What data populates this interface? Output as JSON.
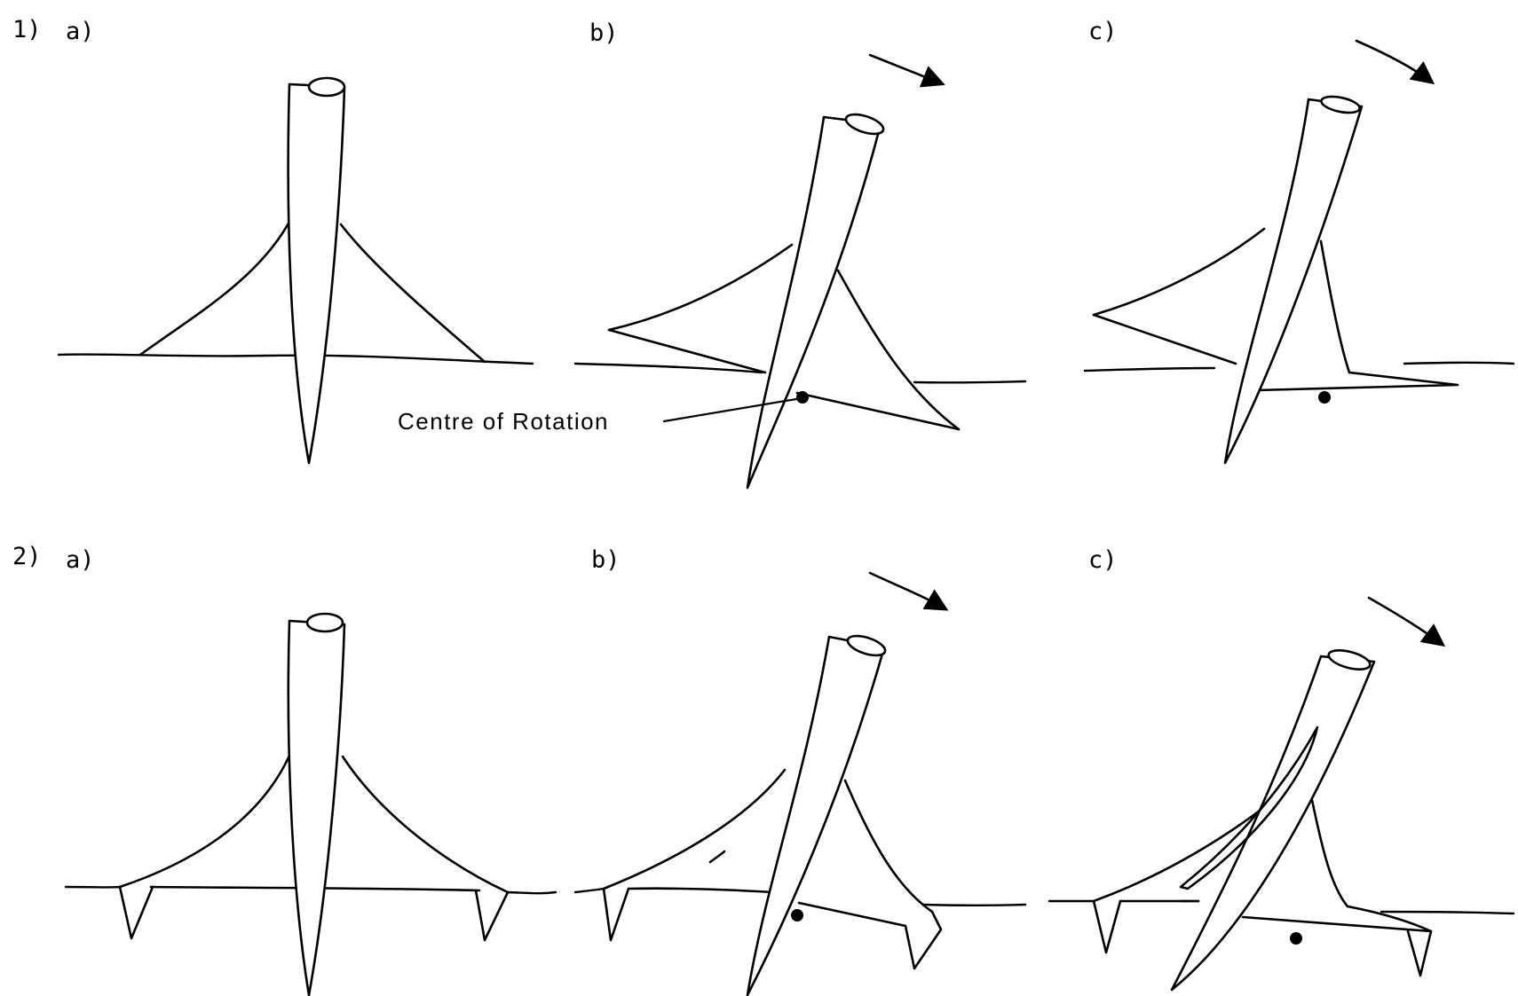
{
  "rows": [
    {
      "label": "1)",
      "panels": [
        {
          "label": "a)"
        },
        {
          "label": "b)"
        },
        {
          "label": "c)"
        }
      ]
    },
    {
      "label": "2)",
      "panels": [
        {
          "label": "a)"
        },
        {
          "label": "b)"
        },
        {
          "label": "c)"
        }
      ]
    }
  ],
  "annotation": {
    "centre_of_rotation": "Centre of Rotation"
  },
  "colors": {
    "ink": "#000000",
    "background": "#ffffff"
  },
  "icons": {
    "direction_arrow": "arrow-down-right-icon",
    "pivot_marker": "filled-circle-marker"
  }
}
